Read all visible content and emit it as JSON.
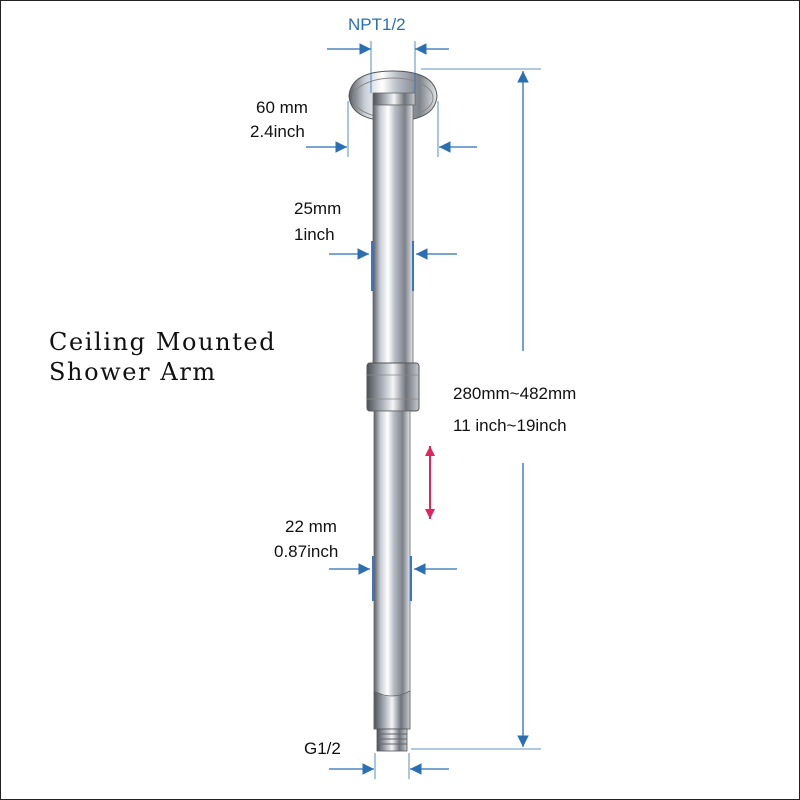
{
  "product": {
    "title_line1": "Ceiling Mounted",
    "title_line2": "Shower Arm"
  },
  "dimensions": {
    "top_thread": "NPT1/2",
    "flange_mm": "60 mm",
    "flange_inch": "2.4inch",
    "upper_tube_mm": "25mm",
    "upper_tube_inch": "1inch",
    "lower_tube_mm": "22 mm",
    "lower_tube_inch": "0.87inch",
    "length_mm": "280mm~482mm",
    "length_inch": "11 inch~19inch",
    "bottom_thread": "G1/2"
  },
  "colors": {
    "dimension_line": "#2a6fb3",
    "adjust_arrow": "#e0245e",
    "frame": "#222222"
  },
  "icons": [
    "double-headed-adjust-arrow",
    "dimension-arrow"
  ]
}
